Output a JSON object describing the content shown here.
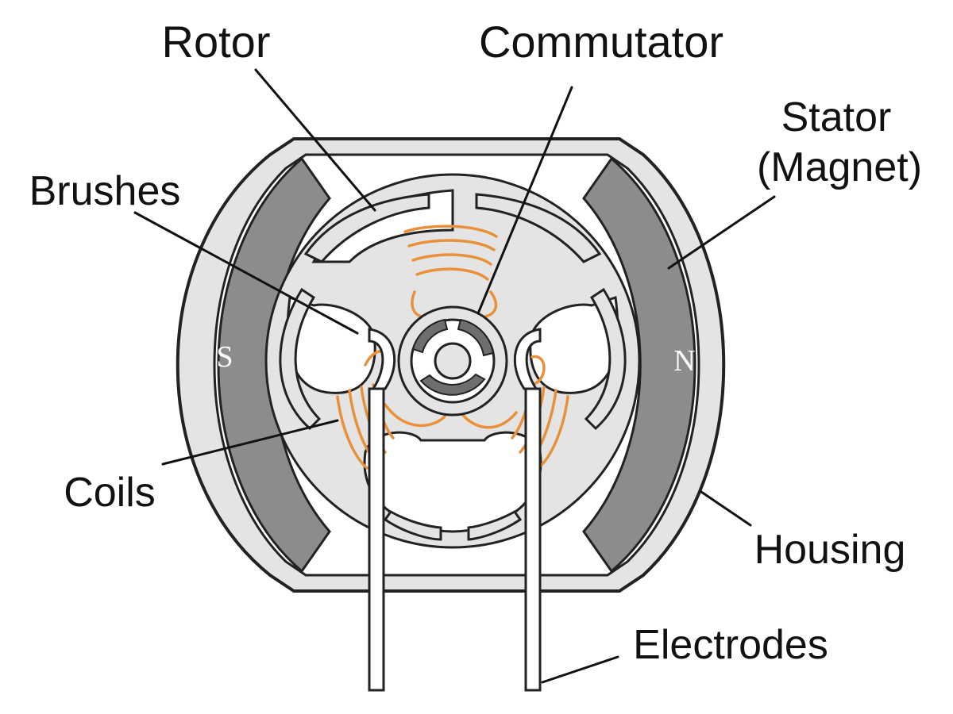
{
  "labels": {
    "rotor": "Rotor",
    "commutator": "Commutator",
    "stator_line1": "Stator",
    "stator_line2": "(Magnet)",
    "brushes": "Brushes",
    "coils": "Coils",
    "housing": "Housing",
    "electrodes": "Electrodes"
  },
  "poles": {
    "south": "S",
    "north": "N"
  },
  "colors": {
    "coil": "#E8913A",
    "magnet": "#8C8C8C",
    "housing_fill": "#E4E4E4",
    "rotor_fill": "#E4E4E4",
    "outline": "#222222"
  }
}
